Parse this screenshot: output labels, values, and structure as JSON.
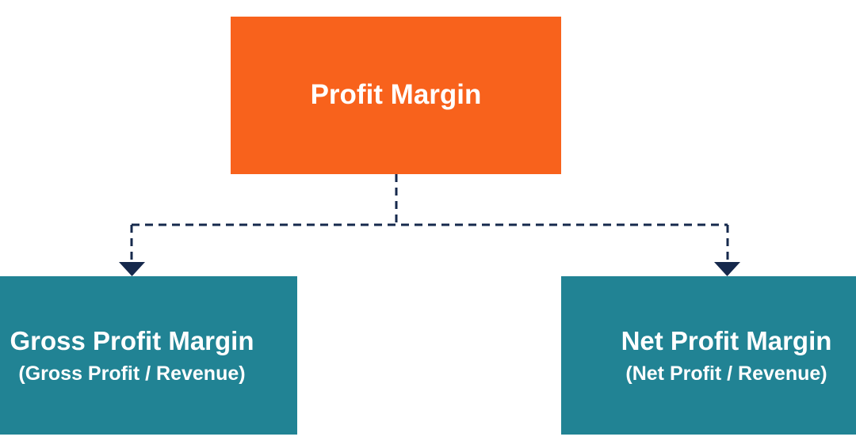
{
  "diagram": {
    "root": {
      "label": "Profit Margin"
    },
    "children": [
      {
        "title": "Gross Profit Margin",
        "formula": "(Gross Profit / Revenue)"
      },
      {
        "title": "Net Profit Margin",
        "formula": "(Net Profit / Revenue)"
      }
    ]
  },
  "colors": {
    "root-box": "#F8621C",
    "child-box": "#218394",
    "connector": "#16294C",
    "text": "#FFFFFF"
  }
}
